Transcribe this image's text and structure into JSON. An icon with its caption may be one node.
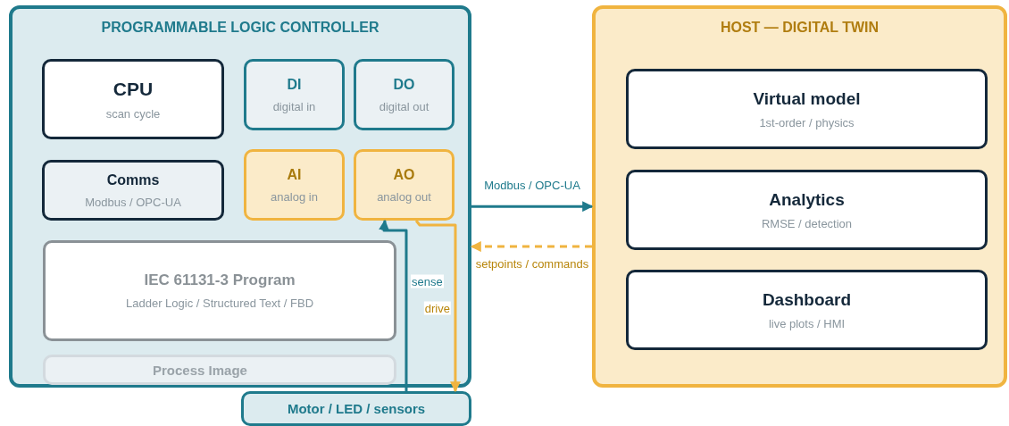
{
  "diagram": {
    "nodes": [
      {
        "text": [
          "PROGRAMMABLE LOGIC CONTROLLER"
        ]
      },
      {
        "text": [
          "CPU",
          "scan cycle"
        ],
        "in": 0
      },
      {
        "text": [
          "DI",
          "digital in"
        ],
        "in": 0
      },
      {
        "text": [
          "DO",
          "digital out"
        ],
        "in": 0
      },
      {
        "text": [
          "Comms",
          "Modbus / OPC-UA"
        ],
        "in": 0
      },
      {
        "text": [
          "AI",
          "analog in"
        ],
        "in": 0
      },
      {
        "text": [
          "AO",
          "analog out"
        ],
        "in": 0
      },
      {
        "text": [
          "IEC 61131-3 Program",
          "Ladder Logic / Structured Text / FBD"
        ],
        "in": 0
      },
      {
        "text": [
          "Process Image"
        ],
        "in": 0
      },
      {
        "text": [
          "Motor / LED / sensors"
        ]
      },
      {
        "text": [
          "HOST — DIGITAL TWIN"
        ]
      },
      {
        "text": [
          "Virtual model",
          "1st-order / physics"
        ],
        "in": 10
      },
      {
        "text": [
          "Analytics",
          "RMSE / detection"
        ],
        "in": 10
      },
      {
        "text": [
          "Dashboard",
          "live plots / HMI"
        ],
        "in": 10
      }
    ],
    "edges": [
      {
        "from": 0,
        "to": 10,
        "arrow": "to",
        "label": "Modbus / OPC-UA"
      },
      {
        "from": 10,
        "to": 0,
        "arrow": "to",
        "label": "setpoints / commands",
        "style": "dashed",
        "color": "#f0b440"
      },
      {
        "from": 9,
        "to": 6,
        "arrow": "to",
        "label": "sense"
      },
      {
        "from": 6,
        "to": 9,
        "arrow": "to",
        "label": "drive",
        "color": "#f0b440"
      }
    ]
  }
}
